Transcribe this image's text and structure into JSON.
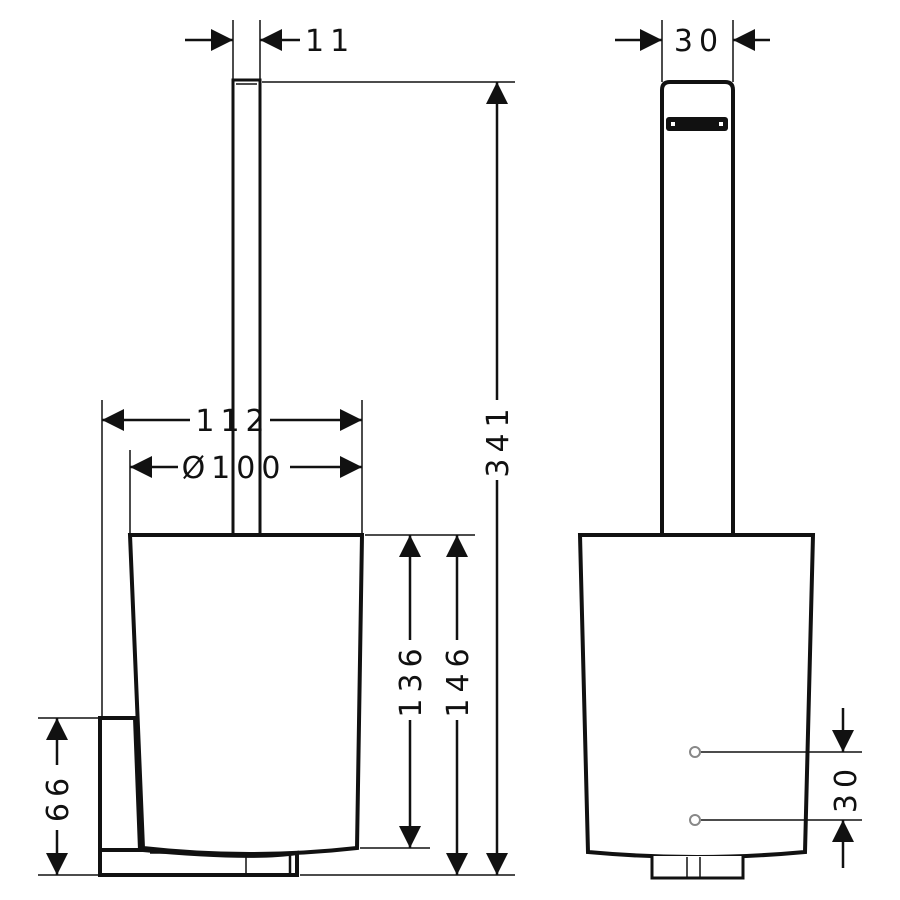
{
  "drawing": {
    "front_view": {
      "handle_width": "11",
      "total_height": "341",
      "bowl_outer_width": "112",
      "bowl_diameter": "Ø100",
      "bowl_height": "136",
      "bowl_with_base_height": "146",
      "bracket_height": "66"
    },
    "side_view": {
      "handle_depth": "30",
      "mount_hole_spacing": "30"
    },
    "colors": {
      "line": "#111111",
      "background": "#ffffff"
    }
  }
}
